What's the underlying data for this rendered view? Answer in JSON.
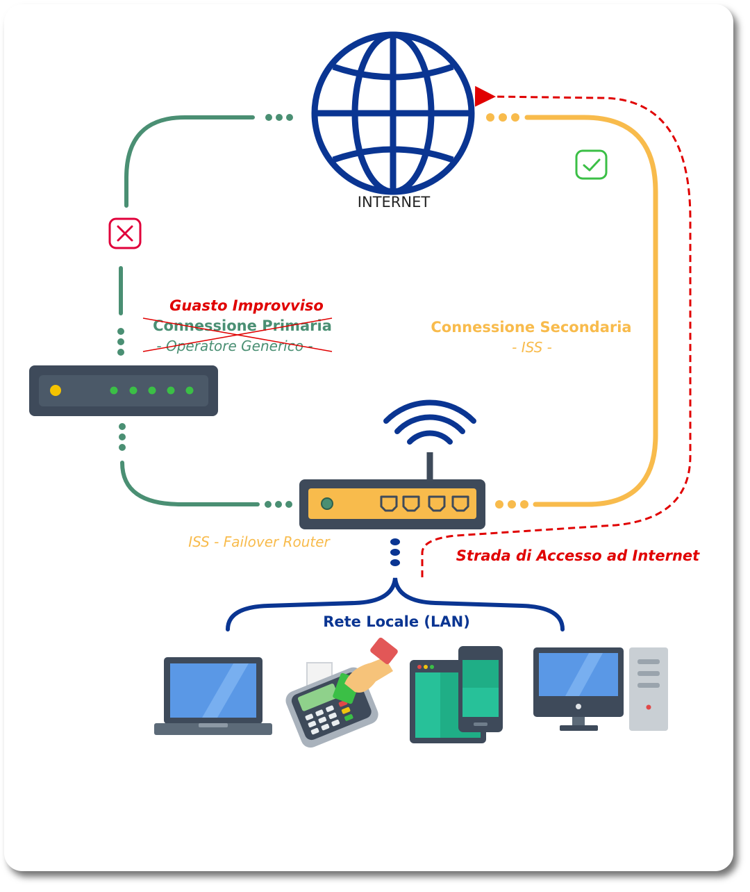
{
  "colors": {
    "primary_line": "#4a8f73",
    "secondary_line": "#f8bb4c",
    "failure_red": "#e00000",
    "lan_blue": "#0a3592",
    "globe_blue": "#0a3592",
    "device_dark": "#3e4a5a",
    "ok_green": "#3bbf46"
  },
  "internet": {
    "label": "INTERNET",
    "icon": "globe-icon"
  },
  "primary": {
    "failure_label": "Guasto Improvviso",
    "title": "Connessione Primaria",
    "subtitle": "- Operatore Generico -",
    "status_icon": "cross-icon"
  },
  "secondary": {
    "title": "Connessione Secondaria",
    "subtitle": "- ISS -",
    "status_icon": "check-icon"
  },
  "router": {
    "caption": "ISS - Failover Router",
    "icon": "wifi-router-icon"
  },
  "modem": {
    "icon": "modem-icon"
  },
  "path": {
    "label": "Strada di Accesso ad Internet"
  },
  "lan": {
    "label": "Rete Locale (LAN)",
    "devices": [
      "laptop-icon",
      "pos-terminal-icon",
      "tablet-phone-icon",
      "desktop-pc-icon"
    ]
  }
}
